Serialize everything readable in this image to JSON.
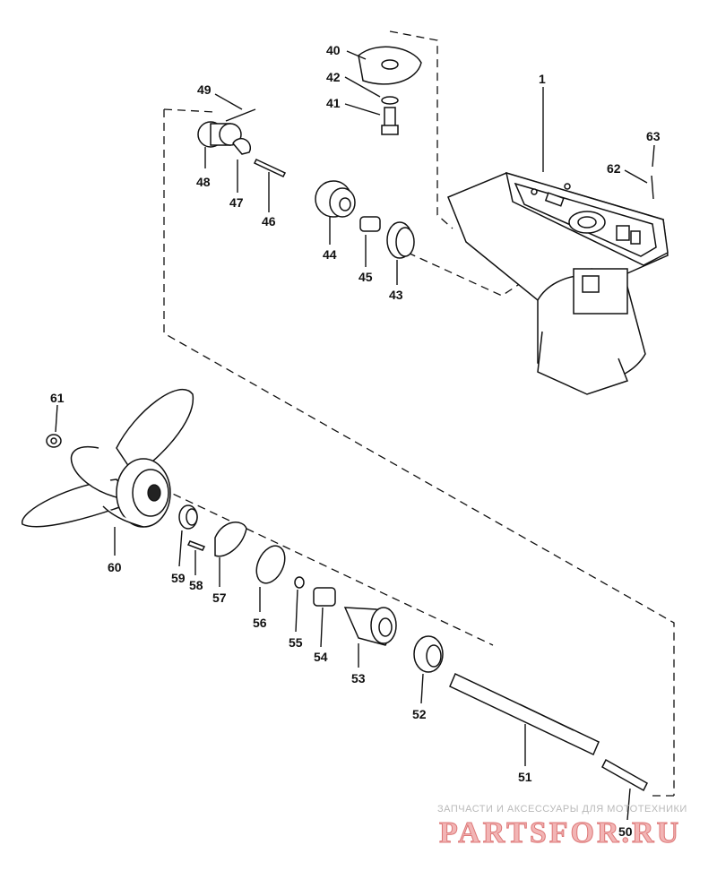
{
  "labels": {
    "p1": "1",
    "p40": "40",
    "p41": "41",
    "p42": "42",
    "p43": "43",
    "p44": "44",
    "p45": "45",
    "p46": "46",
    "p47": "47",
    "p48": "48",
    "p49": "49",
    "p50": "50",
    "p51": "51",
    "p52": "52",
    "p53": "53",
    "p54": "54",
    "p55": "55",
    "p56": "56",
    "p57": "57",
    "p58": "58",
    "p59": "59",
    "p60": "60",
    "p61": "61",
    "p62": "62",
    "p63": "63"
  },
  "watermark": {
    "tagline": "ЗАПЧАСТИ И АКСЕССУАРЫ ДЛЯ МОТОТЕХНИКИ",
    "brand": "PARTSFOR.RU"
  }
}
